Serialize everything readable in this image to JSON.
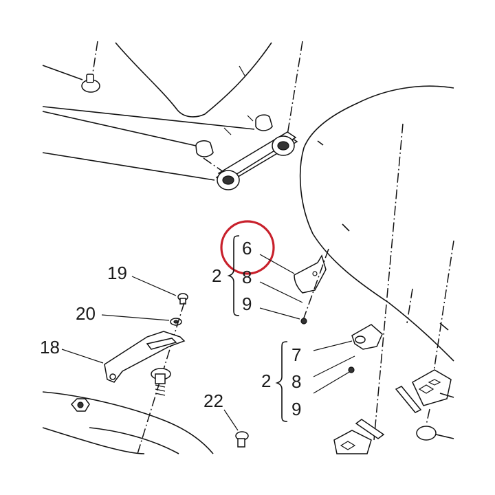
{
  "callouts": {
    "c19": "19",
    "c20": "20",
    "c18": "18",
    "c22": "22",
    "c2a": "2",
    "c6": "6",
    "c8a": "8",
    "c9a": "9",
    "c2b": "2",
    "c7": "7",
    "c8b": "8",
    "c9b": "9"
  },
  "colors": {
    "line": "#111111",
    "highlight": "#c8202b"
  }
}
